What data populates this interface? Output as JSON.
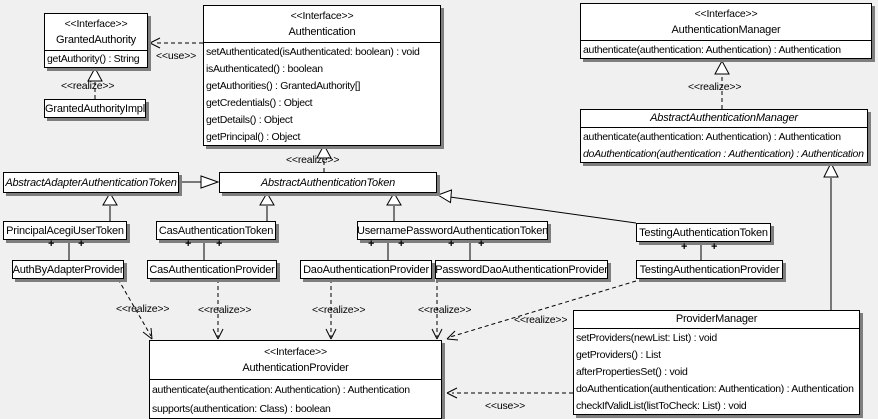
{
  "diagram": {
    "background_color": "#f0f0f0",
    "box_fill": "#ffffff",
    "line_color": "#000000",
    "shadow_color": "#7e7e7e"
  },
  "stereotype_labels": {
    "interface": "<<Interface>>",
    "realize": "<<realize>>",
    "use": "<<use>>",
    "plus": "+"
  },
  "classes": {
    "granted_authority": {
      "stereotype": "<<Interface>>",
      "name": "GrantedAuthority",
      "methods": [
        "getAuthority() : String"
      ]
    },
    "granted_authority_impl": {
      "name": "GrantedAuthorityImpl"
    },
    "authentication": {
      "stereotype": "<<Interface>>",
      "name": "Authentication",
      "methods": [
        "setAuthenticated(isAuthenticated: boolean) : void",
        "isAuthenticated() : boolean",
        "getAuthorities() : GrantedAuthority[]",
        "getCredentials() : Object",
        "getDetails() : Object",
        "getPrincipal() : Object"
      ]
    },
    "authentication_manager": {
      "stereotype": "<<Interface>>",
      "name": "AuthenticationManager",
      "methods": [
        "authenticate(authentication: Authentication) : Authentication"
      ]
    },
    "abstract_authentication_manager": {
      "name": "AbstractAuthenticationManager",
      "methods": [
        "authenticate(authentication: Authentication) : Authentication",
        "doAuthentication(authentication : Authentication) : Authentication"
      ]
    },
    "abstract_adapter_authentication_token": {
      "name": "AbstractAdapterAuthenticationToken"
    },
    "abstract_authentication_token": {
      "name": "AbstractAuthenticationToken"
    },
    "principal_acegi_user_token": {
      "name": "PrincipalAcegiUserToken"
    },
    "cas_authentication_token": {
      "name": "CasAuthenticationToken"
    },
    "username_password_authentication_token": {
      "name": "UsernamePasswordAuthenticationToken"
    },
    "testing_authentication_token": {
      "name": "TestingAuthenticationToken"
    },
    "auth_by_adapter_provider": {
      "name": "AuthByAdapterProvider"
    },
    "cas_authentication_provider": {
      "name": "CasAuthenticationProvider"
    },
    "dao_authentication_provider": {
      "name": "DaoAuthenticationProvider"
    },
    "password_dao_authentication_provider": {
      "name": "PasswordDaoAuthenticationProvider"
    },
    "testing_authentication_provider": {
      "name": "TestingAuthenticationProvider"
    },
    "authentication_provider": {
      "stereotype": "<<Interface>>",
      "name": "AuthenticationProvider",
      "methods": [
        "authenticate(authentication: Authentication) : Authentication",
        "supports(authentication: Class) : boolean"
      ]
    },
    "provider_manager": {
      "name": "ProviderManager",
      "methods": [
        "setProviders(newList: List) : void",
        "getProviders() : List",
        "afterPropertiesSet() : void",
        "doAuthentication(authentication: Authentication) : Authentication",
        "checkIfValidList(listToCheck: List) : void"
      ]
    }
  }
}
